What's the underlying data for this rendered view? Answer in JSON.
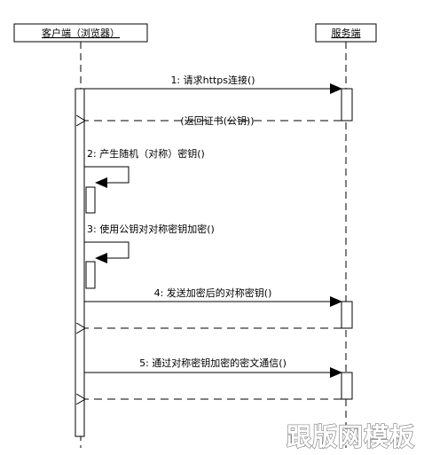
{
  "participants": {
    "client": "客户端（浏览器）",
    "server": "服务端"
  },
  "messages": {
    "m1": "1: 请求https连接()",
    "r1": "(返回证书(公钥))",
    "s2": "2: 产生随机（对称）密钥()",
    "s3": "3: 使用公钥对对称密钥加密()",
    "m4": "4: 发送加密后的对称密钥()",
    "m5": "5: 通过对称密钥加密的密文通信()"
  },
  "watermark": "跟版网模板",
  "colors": {
    "line": "#000000",
    "background": "#ffffff"
  }
}
